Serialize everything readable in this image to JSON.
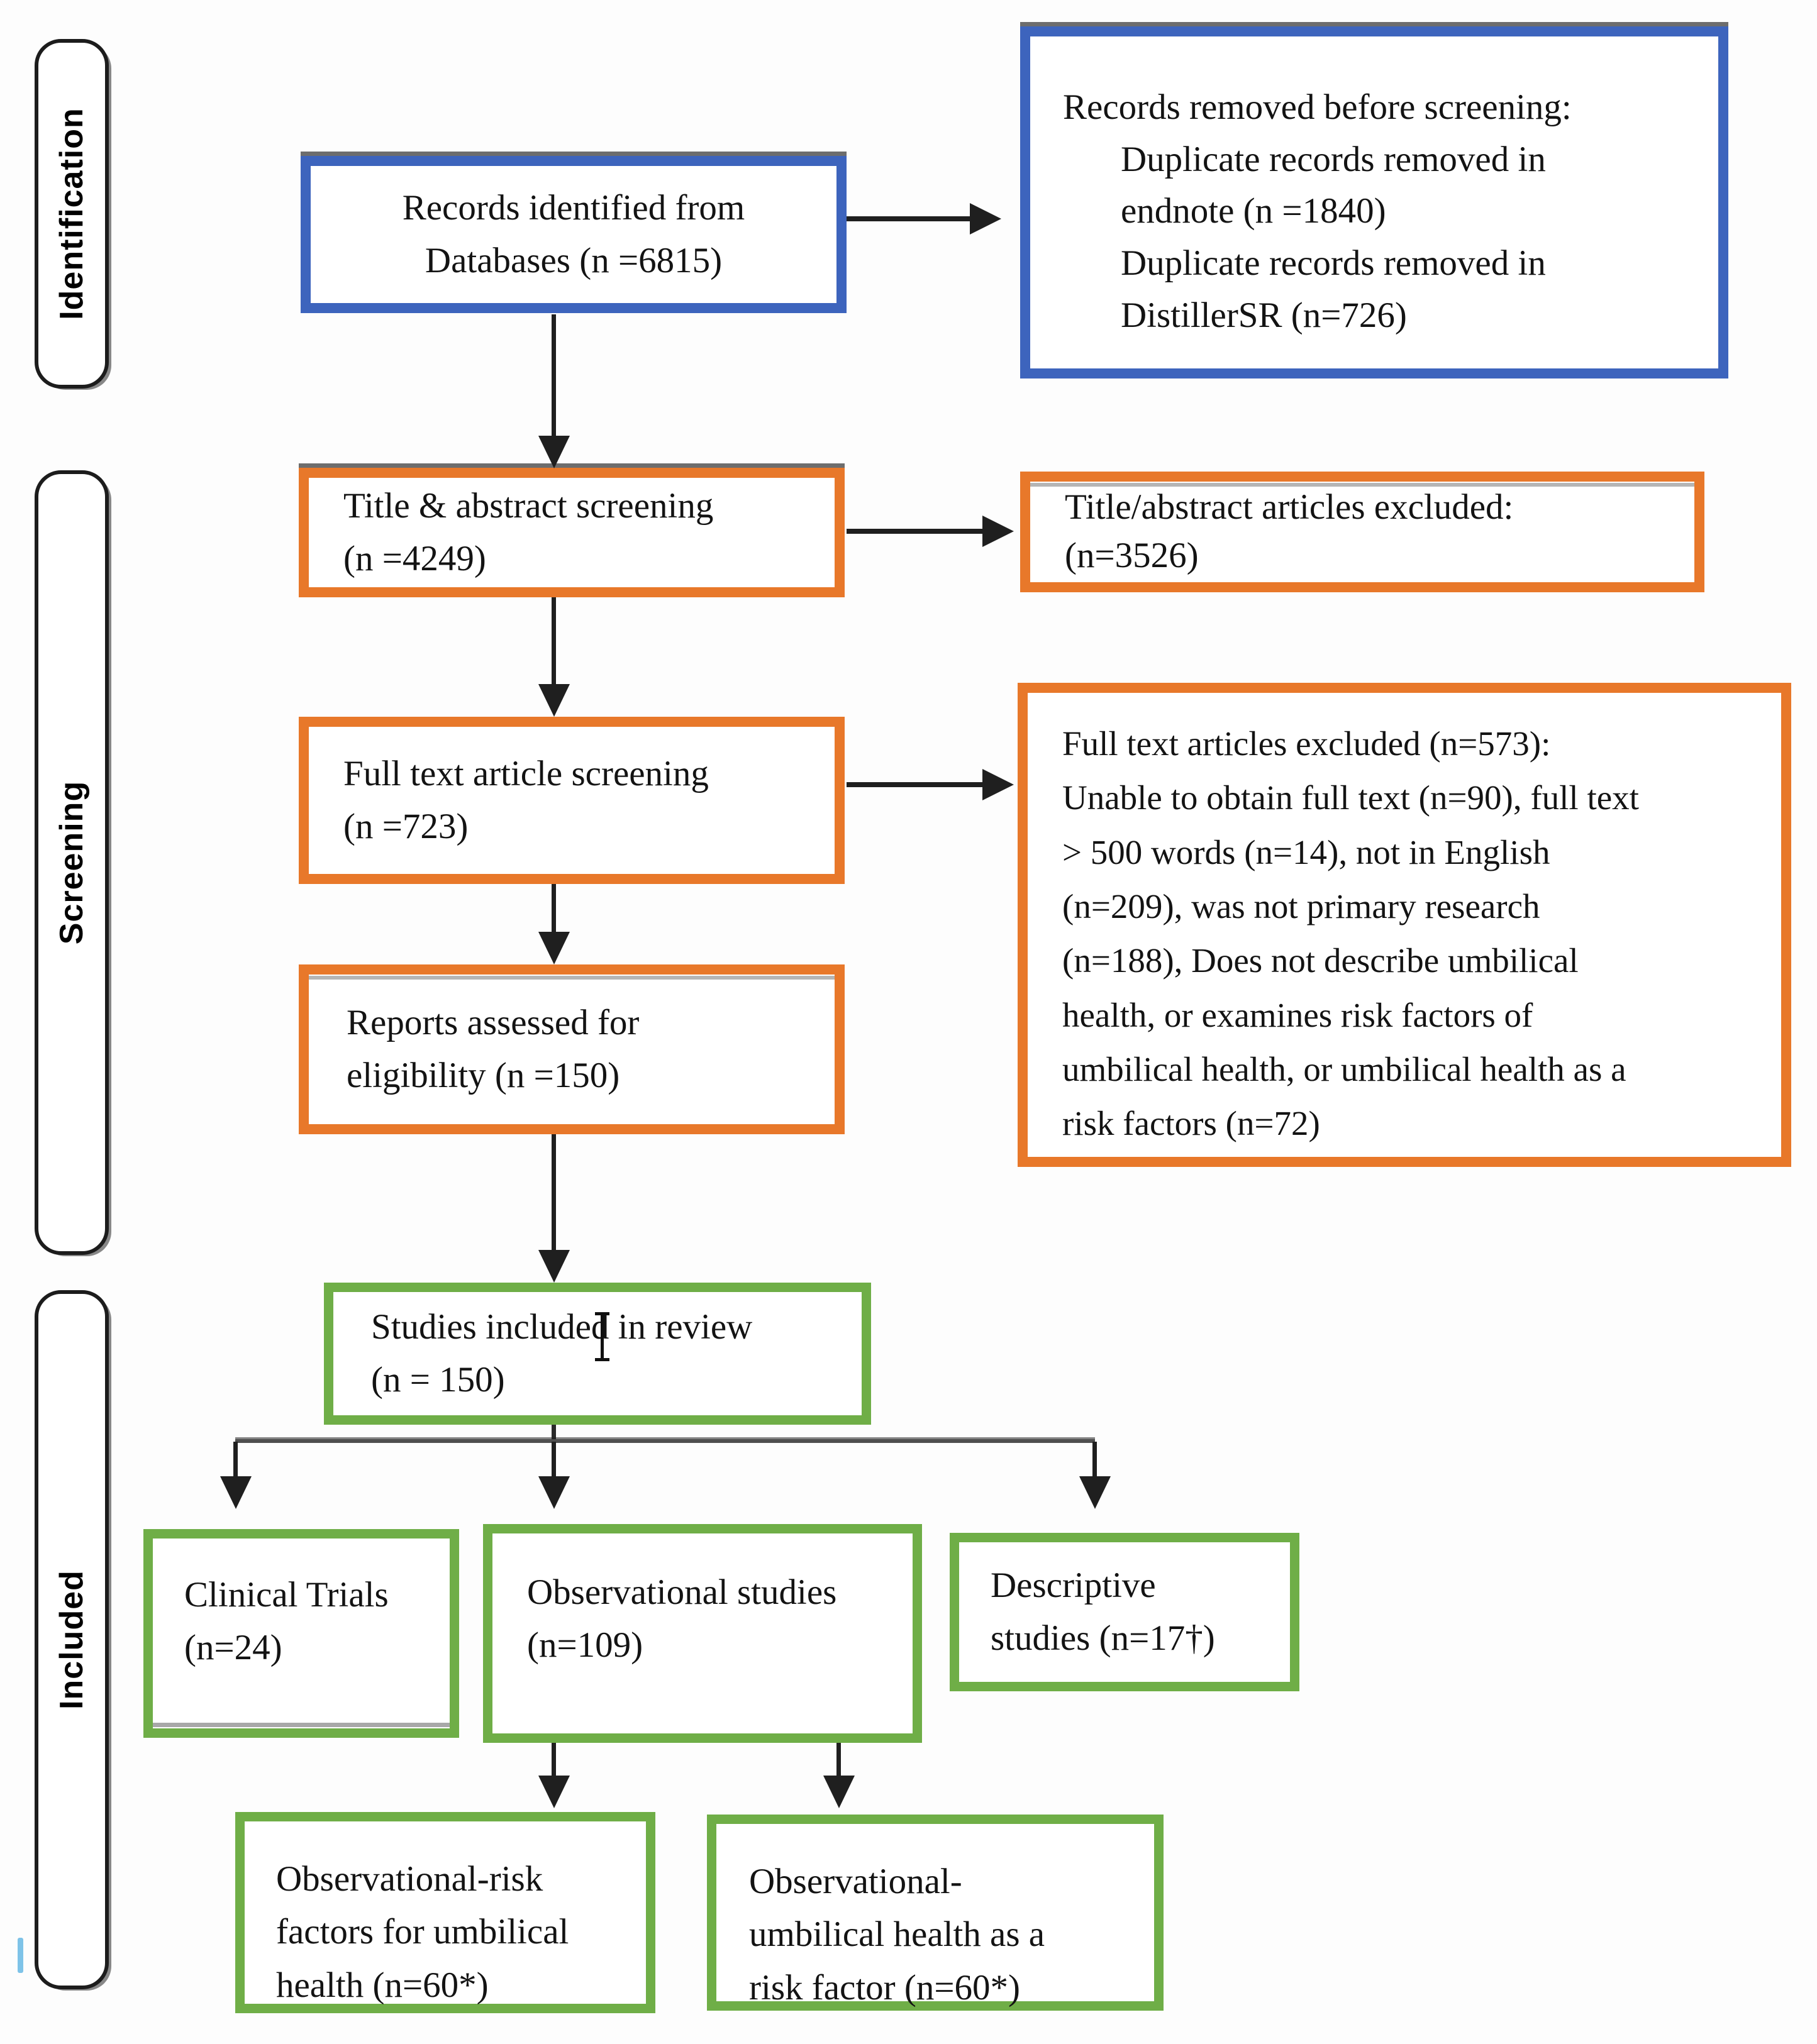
{
  "stages": [
    {
      "label": "Identification"
    },
    {
      "label": "Screening"
    },
    {
      "label": "Included"
    }
  ],
  "boxes": {
    "identified": {
      "text": "Records identified from\nDatabases (n =6815)"
    },
    "removed_before": {
      "title": "Records removed before screening:",
      "items": [
        "Duplicate records removed in\nendnote (n =1840)",
        "Duplicate records removed in\nDistillerSR (n=726)"
      ]
    },
    "title_abstract_screening": {
      "text": "Title & abstract screening\n(n =4249)"
    },
    "title_abstract_excluded": {
      "text": "Title/abstract articles excluded:\n(n=3526)"
    },
    "full_text_screening": {
      "text": "Full text article screening\n(n =723)"
    },
    "full_text_excluded": {
      "text": "Full text articles excluded (n=573):\nUnable to obtain full text (n=90), full text\n> 500 words (n=14), not in English\n(n=209), was not primary research\n(n=188), Does not describe umbilical\nhealth, or examines risk factors of\numbilical health, or umbilical health as a\nrisk factors (n=72)"
    },
    "reports_assessed": {
      "text": "Reports assessed for\neligibility (n =150)"
    },
    "studies_included": {
      "text": "Studies included in review\n(n = 150)"
    },
    "clinical_trials": {
      "text": "Clinical Trials\n(n=24)"
    },
    "observational": {
      "text": "Observational studies\n(n=109)"
    },
    "descriptive": {
      "text": "Descriptive\nstudies (n=17†)"
    },
    "observational_risk": {
      "text": "Observational-risk\nfactors for umbilical\nhealth (n=60*)"
    },
    "observational_outcome": {
      "text": "Observational-\numbilical health as a\nrisk factor (n=60*)"
    }
  },
  "colors": {
    "blue_border": "#3D64BD",
    "orange_border": "#E8782A",
    "green_border": "#6FAE47",
    "arrow": "#1F1F1F",
    "artifact_blue": "#7EC3E8"
  }
}
